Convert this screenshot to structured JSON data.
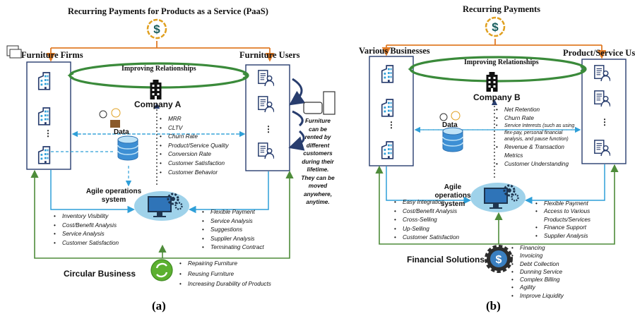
{
  "panel_a": {
    "title": "Recurring Payments for Products as a Service (PaaS)",
    "left_head": "Furniture Firms",
    "right_head": "Furniture Users",
    "relationship": "Improving Relationships",
    "company": "Company A",
    "data_label": "Data",
    "agile": "Agile operations system",
    "metrics": [
      "MRR",
      "CLTV",
      "Churn Rate",
      "Product/Service Quality",
      "Conversion Rate",
      "Customer Satisfaction",
      "Customer Behavior"
    ],
    "left_list": [
      "Inventory Visibility",
      "Cost/Benefit Analysis",
      "Service Analysis",
      "Customer Satisfaction"
    ],
    "right_list": [
      "Flexible Payment",
      "Service Analysis",
      "Suggestions",
      "Supplier Analysis",
      "Terminating Contract"
    ],
    "note": "Furniture can be rented by different customers during their lifetime. They can be moved anywhere, anytime.",
    "circular": "Circular Business",
    "circular_list": [
      "Repairing Furniture",
      "Reusing Furniture",
      "Increasing Durability of Products"
    ],
    "ellipsis": "⋮",
    "caption": "(a)"
  },
  "panel_b": {
    "title": "Recurring Payments",
    "left_head": "Various Businesses",
    "right_head": "Product/Service Users",
    "relationship": "Improving Relationships",
    "company": "Company B",
    "data_label": "Data",
    "agile": "Agile operations system",
    "metrics": [
      "Net Retention",
      "Churn Rate",
      "Service Interests (such as using flex-pay, personal financial analysis, and pause function)",
      "Revenue & Transaction Metrics",
      "Customer Understanding"
    ],
    "left_list": [
      "Easy Integration",
      "Cost/Benefit Analysis",
      "Cross-Selling",
      "Up-Selling",
      "Customer Satisfaction"
    ],
    "right_list": [
      "Flexible Payment",
      "Access to Various Products/Services",
      "Finance Support",
      "Supplier Analysis"
    ],
    "financial": "Financial Solutions",
    "financial_list": [
      "Financing",
      "Invoicing",
      "Debt Collection",
      "Dunning Service",
      "Complex Billing",
      "Agility",
      "Improve Liquidity"
    ],
    "ellipsis": "⋮",
    "caption": "(b)"
  },
  "colors": {
    "orange": "#e07b27",
    "blue": "#2f9fd8",
    "green": "#4e8c3a",
    "navy": "#283d6e",
    "ellipse": "#3a8a3a",
    "gear": "#3a7fc0",
    "monitor_bg": "#9fd2ea"
  }
}
